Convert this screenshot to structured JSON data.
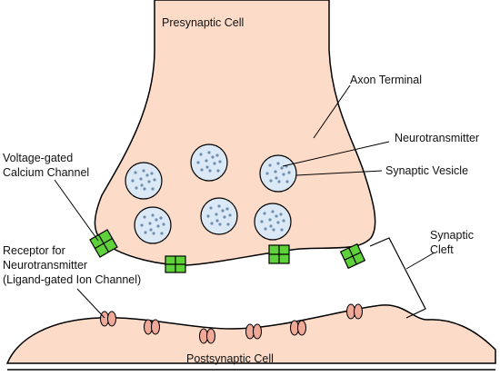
{
  "colors": {
    "cell_fill": "#fcdcc8",
    "outline": "#000000",
    "vesicle_fill": "#dbe8f5",
    "vesicle_dot": "#6f8fb3",
    "channel_fill": "#5fd13a",
    "receptor_fill": "#f0a898"
  },
  "labels": {
    "presynaptic_cell": "Presynaptic Cell",
    "axon_terminal": "Axon Terminal",
    "neurotransmitter": "Neurotransmitter",
    "synaptic_vesicle": "Synaptic Vesicle",
    "voltage_gated_line1": "Voltage-gated",
    "voltage_gated_line2": "Calcium Channel",
    "synaptic_cleft_line1": "Synaptic",
    "synaptic_cleft_line2": "Cleft",
    "receptor_line1": "Receptor for",
    "receptor_line2": "Neurotransmitter",
    "receptor_line3": "(Ligand-gated Ion Channel)",
    "postsynaptic_cell": "Postsynaptic Cell"
  }
}
